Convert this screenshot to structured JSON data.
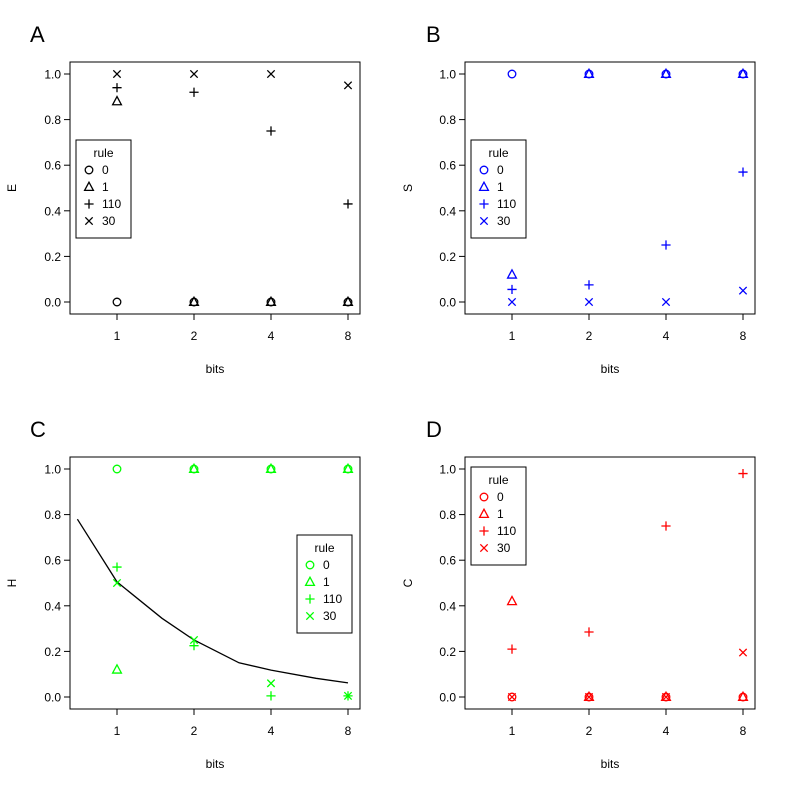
{
  "chart_data": [
    {
      "type": "scatter",
      "panel_label": "A",
      "color": "#000000",
      "xlabel": "bits",
      "ylabel": "E",
      "x_ticks": [
        "1",
        "2",
        "4",
        "8"
      ],
      "y_ticks": [
        "0.0",
        "0.2",
        "0.4",
        "0.6",
        "0.8",
        "1.0"
      ],
      "ylim": [
        0,
        1
      ],
      "x_scale": "log2",
      "grid": false,
      "legend": {
        "title": "rule",
        "position": "left-middle",
        "entries": [
          "0",
          "1",
          "110",
          "30"
        ]
      },
      "series": [
        {
          "name": "0",
          "marker": "circle",
          "x": [
            1,
            2,
            4,
            8
          ],
          "y": [
            0.0,
            0.0,
            0.0,
            0.0
          ]
        },
        {
          "name": "1",
          "marker": "triangle",
          "x": [
            1,
            2,
            4,
            8
          ],
          "y": [
            0.88,
            0.0,
            0.0,
            0.0
          ]
        },
        {
          "name": "110",
          "marker": "plus",
          "x": [
            1,
            2,
            4,
            8
          ],
          "y": [
            0.94,
            0.92,
            0.75,
            0.43
          ]
        },
        {
          "name": "30",
          "marker": "cross",
          "x": [
            1,
            2,
            4,
            8
          ],
          "y": [
            1.0,
            1.0,
            1.0,
            0.95
          ]
        }
      ]
    },
    {
      "type": "scatter",
      "panel_label": "B",
      "color": "#0000ff",
      "xlabel": "bits",
      "ylabel": "S",
      "x_ticks": [
        "1",
        "2",
        "4",
        "8"
      ],
      "y_ticks": [
        "0.0",
        "0.2",
        "0.4",
        "0.6",
        "0.8",
        "1.0"
      ],
      "ylim": [
        0,
        1
      ],
      "x_scale": "log2",
      "grid": false,
      "legend": {
        "title": "rule",
        "position": "left-middle",
        "entries": [
          "0",
          "1",
          "110",
          "30"
        ]
      },
      "series": [
        {
          "name": "0",
          "marker": "circle",
          "x": [
            1,
            2,
            4,
            8
          ],
          "y": [
            1.0,
            1.0,
            1.0,
            1.0
          ]
        },
        {
          "name": "1",
          "marker": "triangle",
          "x": [
            1,
            2,
            4,
            8
          ],
          "y": [
            0.12,
            1.0,
            1.0,
            1.0
          ]
        },
        {
          "name": "110",
          "marker": "plus",
          "x": [
            1,
            2,
            4,
            8
          ],
          "y": [
            0.055,
            0.075,
            0.25,
            0.57
          ]
        },
        {
          "name": "30",
          "marker": "cross",
          "x": [
            1,
            2,
            4,
            8
          ],
          "y": [
            0.0,
            0.0,
            0.0,
            0.05
          ]
        }
      ]
    },
    {
      "type": "scatter",
      "panel_label": "C",
      "color": "#00ff00",
      "xlabel": "bits",
      "ylabel": "H",
      "x_ticks": [
        "1",
        "2",
        "4",
        "8"
      ],
      "y_ticks": [
        "0.0",
        "0.2",
        "0.4",
        "0.6",
        "0.8",
        "1.0"
      ],
      "ylim": [
        0,
        1
      ],
      "x_scale": "log2",
      "grid": false,
      "legend": {
        "title": "rule",
        "position": "right-middle",
        "entries": [
          "0",
          "1",
          "110",
          "30"
        ]
      },
      "series": [
        {
          "name": "0",
          "marker": "circle",
          "x": [
            1,
            2,
            4,
            8
          ],
          "y": [
            1.0,
            1.0,
            1.0,
            1.0
          ]
        },
        {
          "name": "1",
          "marker": "triangle",
          "x": [
            1,
            2,
            4,
            8
          ],
          "y": [
            0.12,
            1.0,
            1.0,
            1.0
          ]
        },
        {
          "name": "110",
          "marker": "plus",
          "x": [
            1,
            2,
            4,
            8
          ],
          "y": [
            0.57,
            0.225,
            0.005,
            0.005
          ]
        },
        {
          "name": "30",
          "marker": "cross",
          "x": [
            1,
            2,
            4,
            8
          ],
          "y": [
            0.5,
            0.25,
            0.06,
            0.005
          ]
        }
      ],
      "fit_curve": {
        "color": "#000000",
        "x": [
          0.7,
          1,
          1.5,
          2,
          3,
          4,
          6,
          8
        ],
        "y": [
          0.78,
          0.505,
          0.345,
          0.25,
          0.15,
          0.118,
          0.082,
          0.062
        ]
      }
    },
    {
      "type": "scatter",
      "panel_label": "D",
      "color": "#ff0000",
      "xlabel": "bits",
      "ylabel": "C",
      "x_ticks": [
        "1",
        "2",
        "4",
        "8"
      ],
      "y_ticks": [
        "0.0",
        "0.2",
        "0.4",
        "0.6",
        "0.8",
        "1.0"
      ],
      "ylim": [
        0,
        1
      ],
      "x_scale": "log2",
      "grid": false,
      "legend": {
        "title": "rule",
        "position": "top-left",
        "entries": [
          "0",
          "1",
          "110",
          "30"
        ]
      },
      "series": [
        {
          "name": "0",
          "marker": "circle",
          "x": [
            1,
            2,
            4,
            8
          ],
          "y": [
            0.0,
            0.0,
            0.0,
            0.0
          ]
        },
        {
          "name": "1",
          "marker": "triangle",
          "x": [
            1,
            2,
            4,
            8
          ],
          "y": [
            0.42,
            0.0,
            0.0,
            0.0
          ]
        },
        {
          "name": "110",
          "marker": "plus",
          "x": [
            1,
            2,
            4,
            8
          ],
          "y": [
            0.21,
            0.285,
            0.75,
            0.98
          ]
        },
        {
          "name": "30",
          "marker": "cross",
          "x": [
            1,
            2,
            4,
            8
          ],
          "y": [
            0.0,
            0.0,
            0.0,
            0.195
          ]
        }
      ]
    }
  ]
}
